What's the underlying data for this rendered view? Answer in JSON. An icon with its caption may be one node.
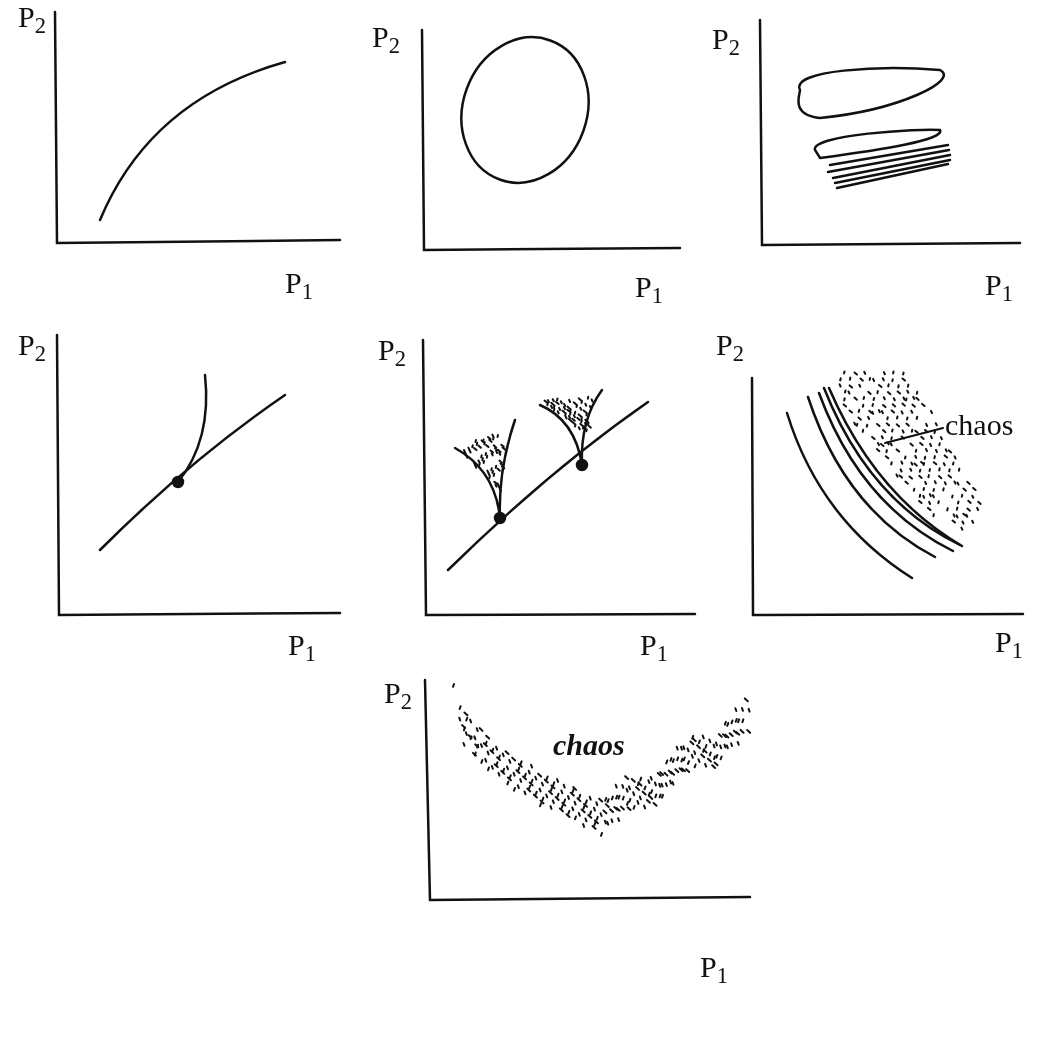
{
  "diagram": {
    "nodes": [
      {
        "text": [
          "chaos"
        ]
      },
      {
        "text": [],
        "shape": "picture"
      }
    ],
    "edges": [
      {
        "from": 0,
        "to": 1,
        "arrow": "none"
      }
    ],
    "labels": [
      "P$_{2}$",
      "P$_{1}$",
      "P$_{2}$",
      "P$_{1}$",
      "P$_{2}$",
      "P$_{1}$",
      "P$_{2}$",
      "P$_{1}$",
      "P$_{2}$",
      "P$_{1}$",
      "P$_{2}$",
      "P$_{1}$",
      "P$_{2}$",
      "chaos",
      "P$_{1}$"
    ]
  }
}
